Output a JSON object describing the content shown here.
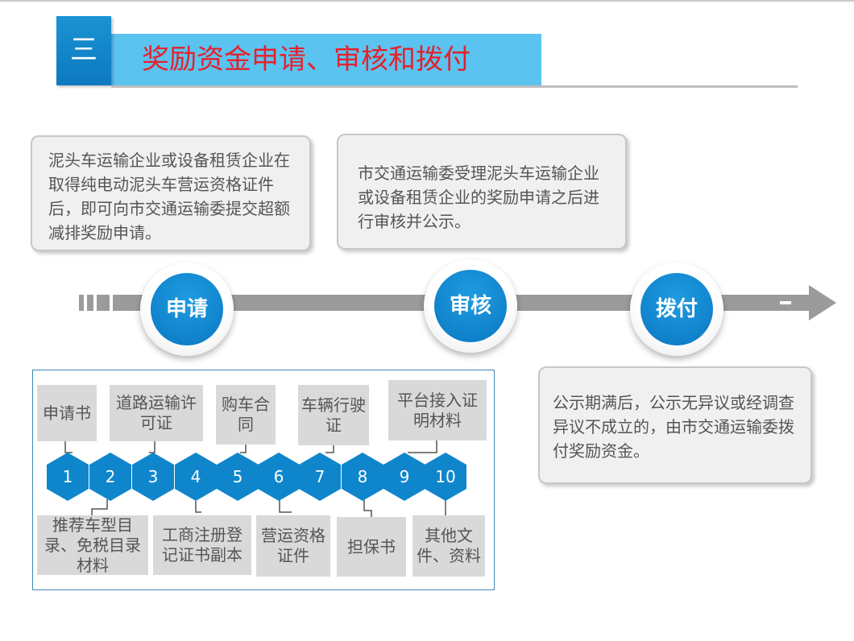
{
  "header": {
    "badge": "三",
    "title": "奖励资金申请、审核和拨付"
  },
  "callouts": {
    "apply": "泥头车运输企业或设备租赁企业在取得纯电动泥头车营运资格证件后，即可向市交通运输委提交超额减排奖励申请。",
    "review": "市交通运输委受理泥头车运输企业或设备租赁企业的奖励申请之后进行审核并公示。",
    "pay": "公示期满后，公示无异议或经调查异议不成立的，由市交通运输委拨付奖励资金。"
  },
  "timeline": {
    "steps": [
      "申请",
      "审核",
      "拨付"
    ]
  },
  "documents": {
    "top": [
      "申请书",
      "道路运输许可证",
      "购车合同",
      "车辆行驶证",
      "平台接入证明材料"
    ],
    "bottom": [
      "推荐车型目录、免税目录材料",
      "工商注册登记证书副本",
      "营运资格证件",
      "担保书",
      "其他文件、资料"
    ],
    "numbers": [
      "1",
      "2",
      "3",
      "4",
      "5",
      "6",
      "7",
      "8",
      "9",
      "10"
    ]
  },
  "colors": {
    "accent_blue": "#0a78c2",
    "header_light_blue": "#5bc3f0",
    "title_red": "#e5212c",
    "hex_blue": "#0f86cb",
    "doc_gray": "#d9d9d9"
  }
}
